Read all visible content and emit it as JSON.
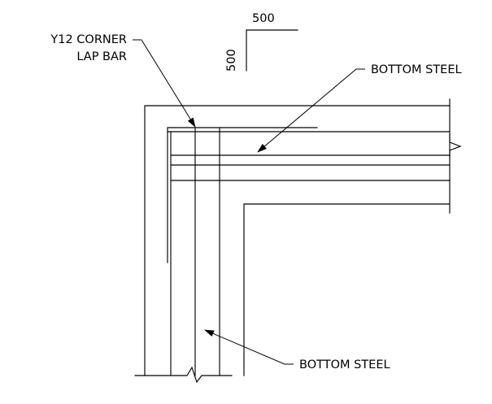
{
  "dimension": {
    "horizontal_label": "500",
    "vertical_label": "500"
  },
  "labels": {
    "corner_lap_line1": "Y12 CORNER",
    "corner_lap_line2": "LAP BAR",
    "bottom_steel_top": "BOTTOM STEEL",
    "bottom_steel_bottom": "BOTTOM STEEL"
  },
  "colors": {
    "line": "#000000",
    "background": "#ffffff"
  }
}
